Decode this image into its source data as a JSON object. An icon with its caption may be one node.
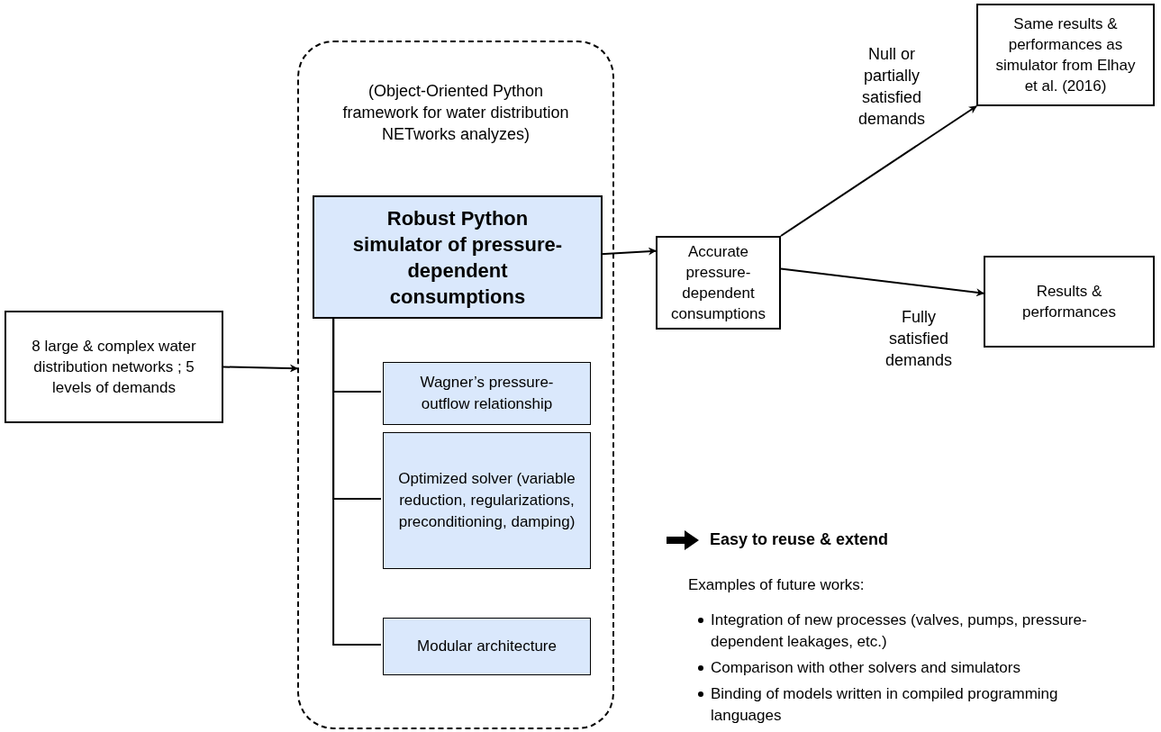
{
  "diagram": {
    "nodes": [
      {
        "text": [
          "8 large & complex water distribution networks ; 5 levels of demands"
        ]
      },
      {
        "text": [
          "(Object-Oriented Python framework for water distribution NETworks analyzes)"
        ]
      },
      {
        "text": [
          "Robust Python simulator of pressure-dependent consumptions"
        ],
        "in": 1
      },
      {
        "text": [
          "Wagner’s pressure-outflow relationship"
        ],
        "in": 1
      },
      {
        "text": [
          "Optimized solver (variable reduction, regularizations, preconditioning, damping)"
        ],
        "in": 1
      },
      {
        "text": [
          "Modular architecture"
        ],
        "in": 1
      },
      {
        "text": [
          "Accurate pressure-dependent consumptions"
        ]
      },
      {
        "text": [
          "Same results & performances as simulator from Elhay et al. (2016)"
        ]
      },
      {
        "text": [
          "Results & performances"
        ]
      }
    ],
    "edges": [
      {
        "from": 0,
        "to": 1,
        "arrow": "to"
      },
      {
        "from": 2,
        "to": 3,
        "arrow": "none"
      },
      {
        "from": 2,
        "to": 4,
        "arrow": "none"
      },
      {
        "from": 2,
        "to": 5,
        "arrow": "none"
      },
      {
        "from": 2,
        "to": 6,
        "arrow": "to"
      },
      {
        "from": 6,
        "to": 7,
        "arrow": "to",
        "label": "Null or partially satisfied demands"
      },
      {
        "from": 6,
        "to": 8,
        "arrow": "to",
        "label": "Fully satisfied demands"
      }
    ],
    "labels": [
      "Easy to reuse & extend",
      "Examples of future works:",
      "Integration of new processes (valves, pumps, pressure-dependent leakages, etc.)",
      "Comparison with other solvers and simulators",
      "Binding of models written in compiled programming languages"
    ]
  }
}
